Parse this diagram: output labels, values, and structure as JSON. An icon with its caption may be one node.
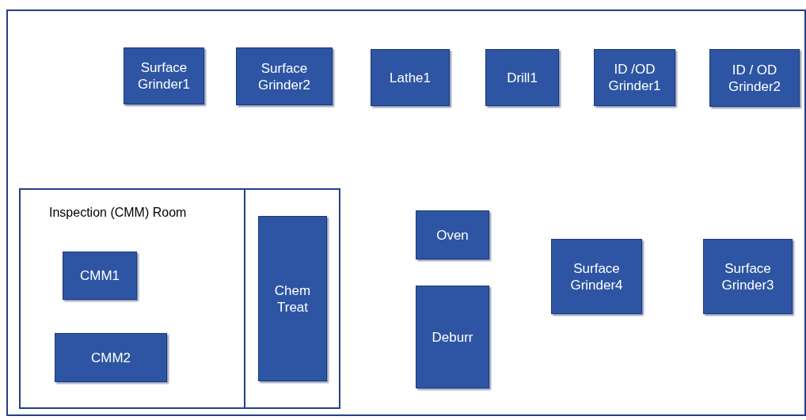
{
  "diagram": {
    "nodes": [
      {
        "text": [
          "Surface Grinder1"
        ]
      },
      {
        "text": [
          "Surface Grinder2"
        ]
      },
      {
        "text": [
          "Lathe1"
        ]
      },
      {
        "text": [
          "Drill1"
        ]
      },
      {
        "text": [
          "ID /OD Grinder1"
        ]
      },
      {
        "text": [
          "ID / OD Grinder2"
        ]
      },
      {
        "text": [
          "Inspection (CMM) Room"
        ]
      },
      {
        "text": [
          "CMM1"
        ],
        "in": 6
      },
      {
        "text": [
          "CMM2"
        ],
        "in": 6
      },
      {
        "text": [
          "Chem Treat"
        ]
      },
      {
        "text": [
          "Oven"
        ]
      },
      {
        "text": [
          "Deburr"
        ]
      },
      {
        "text": [
          "Surface Grinder4"
        ]
      },
      {
        "text": [
          "Surface Grinder3"
        ]
      }
    ]
  }
}
